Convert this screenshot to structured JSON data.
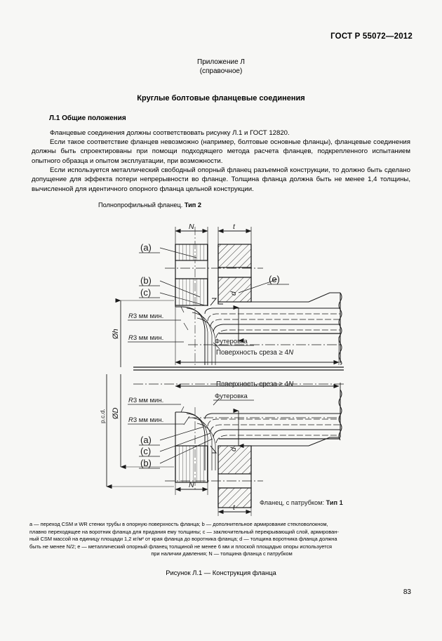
{
  "header": {
    "standard_ref": "ГОСТ Р 55072—2012"
  },
  "annex": {
    "line1": "Приложение Л",
    "line2": "(справочное)"
  },
  "title": "Круглые болтовые фланцевые соединения",
  "section": {
    "heading": "Л.1 Общие положения"
  },
  "paragraphs": {
    "p1": "Фланцевые соединения должны соответствовать рисунку Л.1 и ГОСТ 12820.",
    "p2": "Если такое соответствие фланцев невозможно (например, болтовые основные фланцы), фланцевые соединения должны быть спроектированы при помощи подходящего метода расчета фланцев, подкрепленного испытанием опытного образца и опытом эксплуатации, при возможности.",
    "p3": "Если используется металлический свободный опорный фланец разъемной конструкции, то должно быть сделано допущение для эффекта потери непрерывности во фланце. Толщина фланца должна быть не менее 1,4 толщины, вычисленной для идентичного опорного фланца цельной конструкции."
  },
  "figure": {
    "type2_label_plain": "Полнопрофильный фланец. ",
    "type2_label_bold": "Тип 2",
    "type1_label_plain": "Фланец, с патрубком: ",
    "type1_label_bold": "Тип 1",
    "dim_N": "N",
    "dim_t": "t",
    "dim_d": "d",
    "dim_h": "Ø h",
    "dim_D": "Ø D",
    "dim_pcd": "p.c.d.",
    "callout_a": "(a)",
    "callout_b": "(b)",
    "callout_c": "(c)",
    "callout_e": "(e)",
    "radius_note": "R3 мм мин.",
    "lining": "Футеровка",
    "cut_surface": "Поверхность среза ≥ 4N"
  },
  "footnote": {
    "line1": "a — переход CSM и WR стенки трубы в опорную поверхность фланца; b — дополнительное армирование стекловолокном,",
    "line2": "плавно переходящее на воротник фланца для придания ему толщины; c — заключительный перекрывающий слой, армирован-",
    "line3": "ный CSM массой на единицу площади 1,2 кг/м² от края фланца до воротника фланца; d — толщина воротника фланца должна",
    "line4": "быть не менее N/2; e  — металлический опорный фланец толщиной не менее 6 мм и плоской площадью опоры используется",
    "line5": "при наличии давления; N — толщина фланца с патрубком"
  },
  "caption": "Рисунок Л.1 — Конструкция фланца",
  "page_number": "83"
}
